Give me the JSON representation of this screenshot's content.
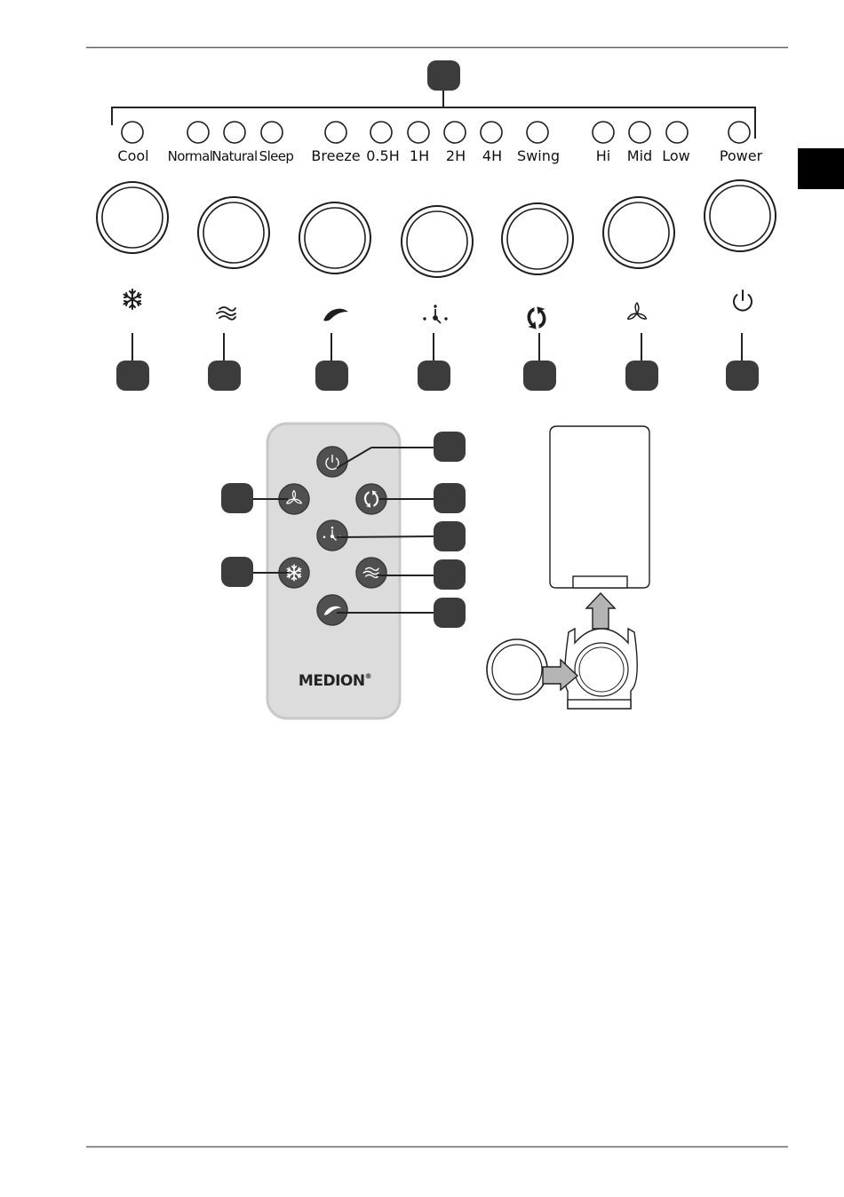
{
  "indicator_labels": {
    "cool": "Cool",
    "normal": "Normal",
    "natural": "Natural",
    "sleep": "Sleep",
    "breeze": "Breeze",
    "t05": "0.5H",
    "t1": "1H",
    "t2": "2H",
    "t4": "4H",
    "swing": "Swing",
    "hi": "Hi",
    "mid": "Mid",
    "low": "Low",
    "power": "Power"
  },
  "remote": {
    "brand": "MEDION",
    "brand_mark": "®"
  },
  "icons": {
    "cool": "snowflake-icon",
    "mode": "wind-waves-icon",
    "breeze": "leaf-icon",
    "timer": "clock-icon",
    "swing": "swing-arrows-icon",
    "speed": "fan-icon",
    "power": "power-icon"
  },
  "colors": {
    "callout_fill": "#3c3c3c",
    "remote_body": "#dcdcdc",
    "remote_button": "#505050",
    "arrow_fill": "#b4b4b4",
    "rule": "#666666",
    "side_tab": "#000000"
  }
}
